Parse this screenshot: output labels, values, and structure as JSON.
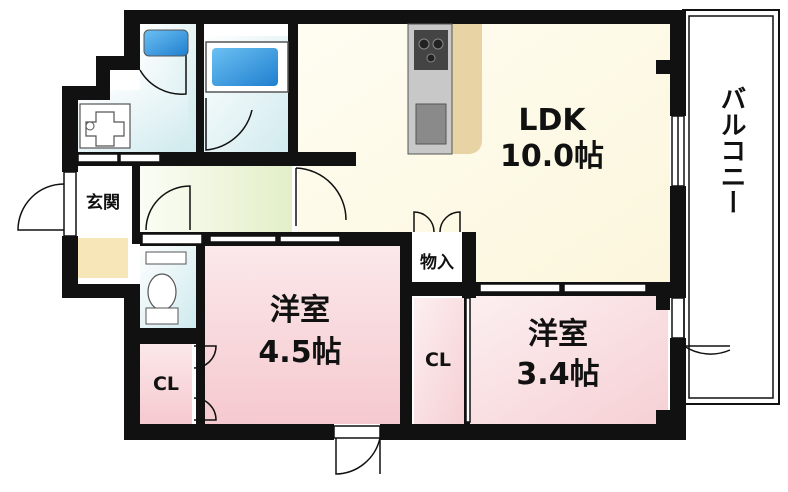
{
  "rooms": {
    "ldk": {
      "name": "LDK",
      "size": "10.0帖"
    },
    "western_room_1": {
      "name": "洋室",
      "size": "4.5帖"
    },
    "western_room_2": {
      "name": "洋室",
      "size": "3.4帖"
    },
    "entrance": {
      "name": "玄関"
    },
    "storage": {
      "name": "物入"
    },
    "closet_1": {
      "name": "CL"
    },
    "closet_2": {
      "name": "CL"
    },
    "balcony": {
      "name": "バルコニー"
    }
  },
  "colors": {
    "wall": "#111111",
    "ldk_floor": "#fdfbe8",
    "western_floor": "#fbe3e6",
    "wet_area": "#dff1f3",
    "hallway": "#eef5d8",
    "entrance_floor": "#f6e6b8",
    "kitchen_counter": "#e8d3a4",
    "fixture_blue": "#2b8fd6"
  }
}
